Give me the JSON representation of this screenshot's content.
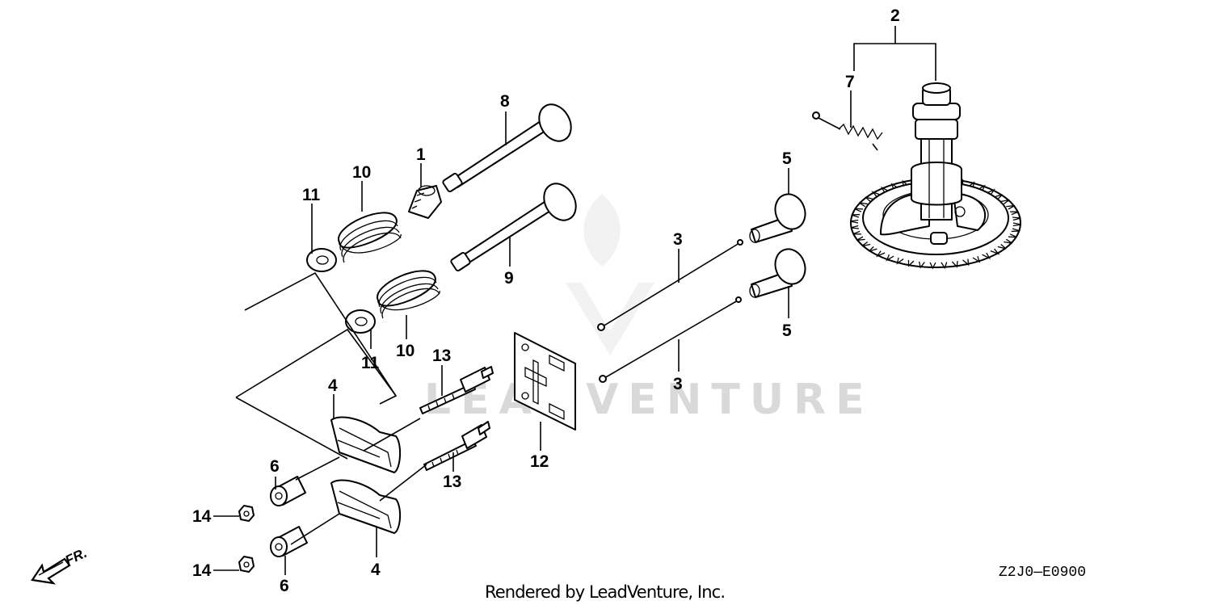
{
  "callouts": [
    {
      "id": "c1",
      "text": "1"
    },
    {
      "id": "c2",
      "text": "2"
    },
    {
      "id": "c3a",
      "text": "3"
    },
    {
      "id": "c3b",
      "text": "3"
    },
    {
      "id": "c4a",
      "text": "4"
    },
    {
      "id": "c4b",
      "text": "4"
    },
    {
      "id": "c5a",
      "text": "5"
    },
    {
      "id": "c5b",
      "text": "5"
    },
    {
      "id": "c6a",
      "text": "6"
    },
    {
      "id": "c6b",
      "text": "6"
    },
    {
      "id": "c7",
      "text": "7"
    },
    {
      "id": "c8",
      "text": "8"
    },
    {
      "id": "c9",
      "text": "9"
    },
    {
      "id": "c10a",
      "text": "10"
    },
    {
      "id": "c10b",
      "text": "10"
    },
    {
      "id": "c11a",
      "text": "11"
    },
    {
      "id": "c11b",
      "text": "11"
    },
    {
      "id": "c12",
      "text": "12"
    },
    {
      "id": "c13a",
      "text": "13"
    },
    {
      "id": "c13b",
      "text": "13"
    },
    {
      "id": "c14a",
      "text": "14"
    },
    {
      "id": "c14b",
      "text": "14"
    }
  ],
  "diagram_code": "Z2J0—E0900",
  "credit": "Rendered by LeadVenture, Inc.",
  "watermark": "LEADVENTURE",
  "front_indicator": "FR.",
  "colors": {
    "line": "#000000",
    "background": "#ffffff",
    "watermark": "#d9d9d9"
  }
}
